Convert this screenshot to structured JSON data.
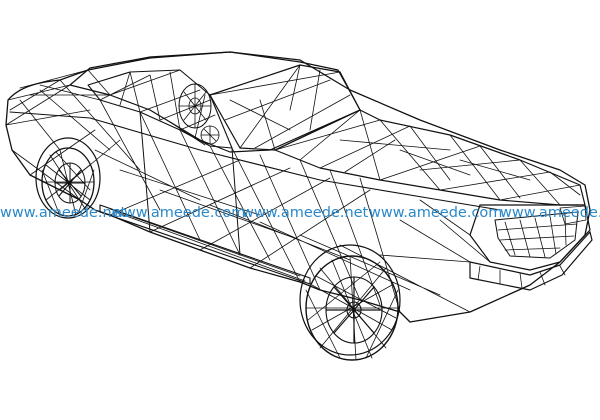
{
  "image": {
    "subject": "wireframe-car",
    "line_color": "#111111",
    "background_color": "#ffffff"
  },
  "watermarks": [
    {
      "text": "www.ameede.net"
    },
    {
      "text": "www.ameede.com"
    },
    {
      "text": "www.ameede.net"
    },
    {
      "text": "www.ameede.com"
    },
    {
      "text": "www.ameede.net"
    }
  ],
  "watermark_color": "#2a88c8"
}
